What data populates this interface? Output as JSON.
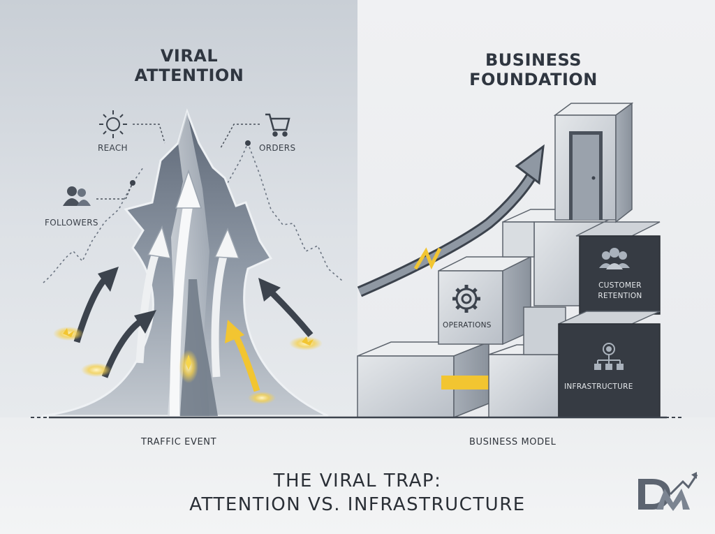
{
  "left": {
    "title_line1": "VIRAL",
    "title_line2": "ATTENTION",
    "metrics": {
      "reach": "REACH",
      "orders": "ORDERS",
      "followers": "FOLLOWERS"
    },
    "base_label": "TRAFFIC EVENT"
  },
  "right": {
    "title_line1": "BUSINESS",
    "title_line2": "FOUNDATION",
    "blocks": {
      "operations": "OPERATIONS",
      "retention_line1": "CUSTOMER",
      "retention_line2": "RETENTION",
      "infrastructure": "INFRASTRUCTURE"
    },
    "base_label": "BUSINESS MODEL"
  },
  "caption": {
    "line1": "THE VIRAL TRAP:",
    "line2": "ATTENTION VS. INFRASTRUCTURE"
  },
  "logo": {
    "text": "DM"
  },
  "colors": {
    "dark": "#2f3640",
    "accent_yellow": "#f2c531",
    "mountain": "#8d98a6",
    "block_light": "#d4d8dd",
    "block_dark": "#353a42"
  },
  "icons": [
    "sun-icon",
    "cart-icon",
    "users-icon",
    "gear-icon",
    "team-icon",
    "network-icon",
    "door-icon",
    "logo-icon"
  ]
}
